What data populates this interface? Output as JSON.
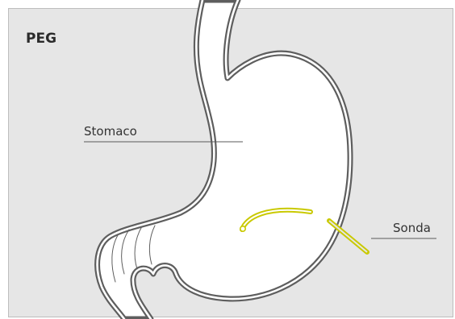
{
  "diagram": {
    "title": "PEG",
    "labels": {
      "stomach": "Stomaco",
      "tube": "Sonda"
    },
    "colors": {
      "background": "#e6e6e6",
      "border": "#bdbdbd",
      "organ_outline": "#5e5e5e",
      "organ_fill": "#ffffff",
      "tube": "#c9c900",
      "text": "#333333"
    }
  }
}
